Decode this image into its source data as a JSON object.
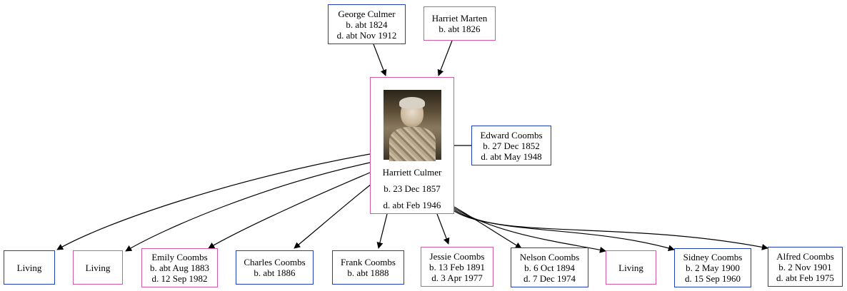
{
  "parents": {
    "father": {
      "name": "George Culmer",
      "birth": "b. abt 1824",
      "death": "d. abt Nov 1912"
    },
    "mother": {
      "name": "Harriet Marten",
      "birth": "b. abt 1826"
    }
  },
  "subject": {
    "name": "Harriett Culmer",
    "birth": "b. 23 Dec 1857",
    "death": "d. abt Feb 1946",
    "photo_icon": "portrait-photo"
  },
  "spouse": {
    "name": "Edward Coombs",
    "birth": "b. 27 Dec 1852",
    "death": "d. abt May 1948"
  },
  "children": [
    {
      "name": "Living"
    },
    {
      "name": "Living"
    },
    {
      "name": "Emily Coombs",
      "birth": "b. abt Aug 1883",
      "death": "d. 12 Sep 1982"
    },
    {
      "name": "Charles Coombs",
      "birth": "b. abt 1886"
    },
    {
      "name": "Frank Coombs",
      "birth": "b. abt 1888"
    },
    {
      "name": "Jessie Coombs",
      "birth": "b. 13 Feb 1891",
      "death": "d. 3 Apr 1977"
    },
    {
      "name": "Nelson Coombs",
      "birth": "b. 6 Oct 1894",
      "death": "d. 7 Dec 1974"
    },
    {
      "name": "Living"
    },
    {
      "name": "Sidney Coombs",
      "birth": "b. 2 May 1900",
      "death": "d. 15 Sep 1960"
    },
    {
      "name": "Alfred Coombs",
      "birth": "b. 2 Nov 1901",
      "death": "d. abt Feb 1975"
    }
  ],
  "colors": {
    "male_border": "#1f3fbf",
    "female_border": "#d45aa8",
    "edge": "#000000"
  }
}
